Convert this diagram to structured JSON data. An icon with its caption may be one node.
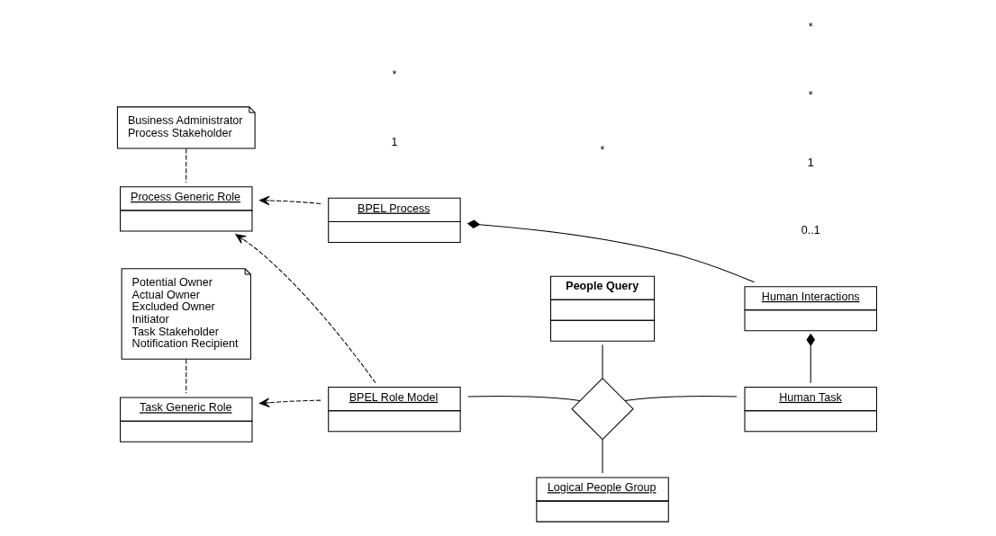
{
  "diagram": {
    "nodes": [
      {
        "text": [
          "Business Administrator",
          "Process Stakeholder"
        ]
      },
      {
        "text": [
          "Process Generic Role"
        ]
      },
      {
        "text": [
          "BPEL Process"
        ]
      },
      {
        "text": [
          "Human Interactions"
        ]
      },
      {
        "text": [
          "People Query"
        ]
      },
      {
        "text": [
          "Potential Owner",
          "Actual Owner",
          "Excluded Owner",
          "Initiator",
          "Task Stakeholder",
          "Notification Recipient"
        ]
      },
      {
        "text": [
          "BPEL Role Model"
        ]
      },
      {
        "text": [],
        "shape": "diamond"
      },
      {
        "text": [
          "Human Task"
        ]
      },
      {
        "text": [
          "Task Generic Role"
        ]
      },
      {
        "text": [
          "Logical People Group"
        ]
      }
    ],
    "edges": [
      {
        "from": 0,
        "to": 1,
        "arrow": "none",
        "style": "dashed"
      },
      {
        "from": 2,
        "to": 1,
        "arrow": "to",
        "style": "dashed"
      },
      {
        "from": 2,
        "to": 3,
        "arrow": "other"
      },
      {
        "from": 3,
        "to": 8,
        "arrow": "other"
      },
      {
        "from": 6,
        "to": 1,
        "arrow": "to",
        "style": "dashed"
      },
      {
        "from": 6,
        "to": 9,
        "arrow": "to",
        "style": "dashed"
      },
      {
        "from": 5,
        "to": 9,
        "arrow": "none",
        "style": "dashed"
      },
      {
        "from": 4,
        "to": 7,
        "arrow": "none"
      },
      {
        "from": 6,
        "to": 7,
        "arrow": "none"
      },
      {
        "from": 7,
        "to": 8,
        "arrow": "none"
      },
      {
        "from": 7,
        "to": 10,
        "arrow": "none"
      }
    ],
    "labels": [
      "1",
      "0..1",
      "1",
      "*",
      "*",
      "*",
      "*"
    ]
  }
}
